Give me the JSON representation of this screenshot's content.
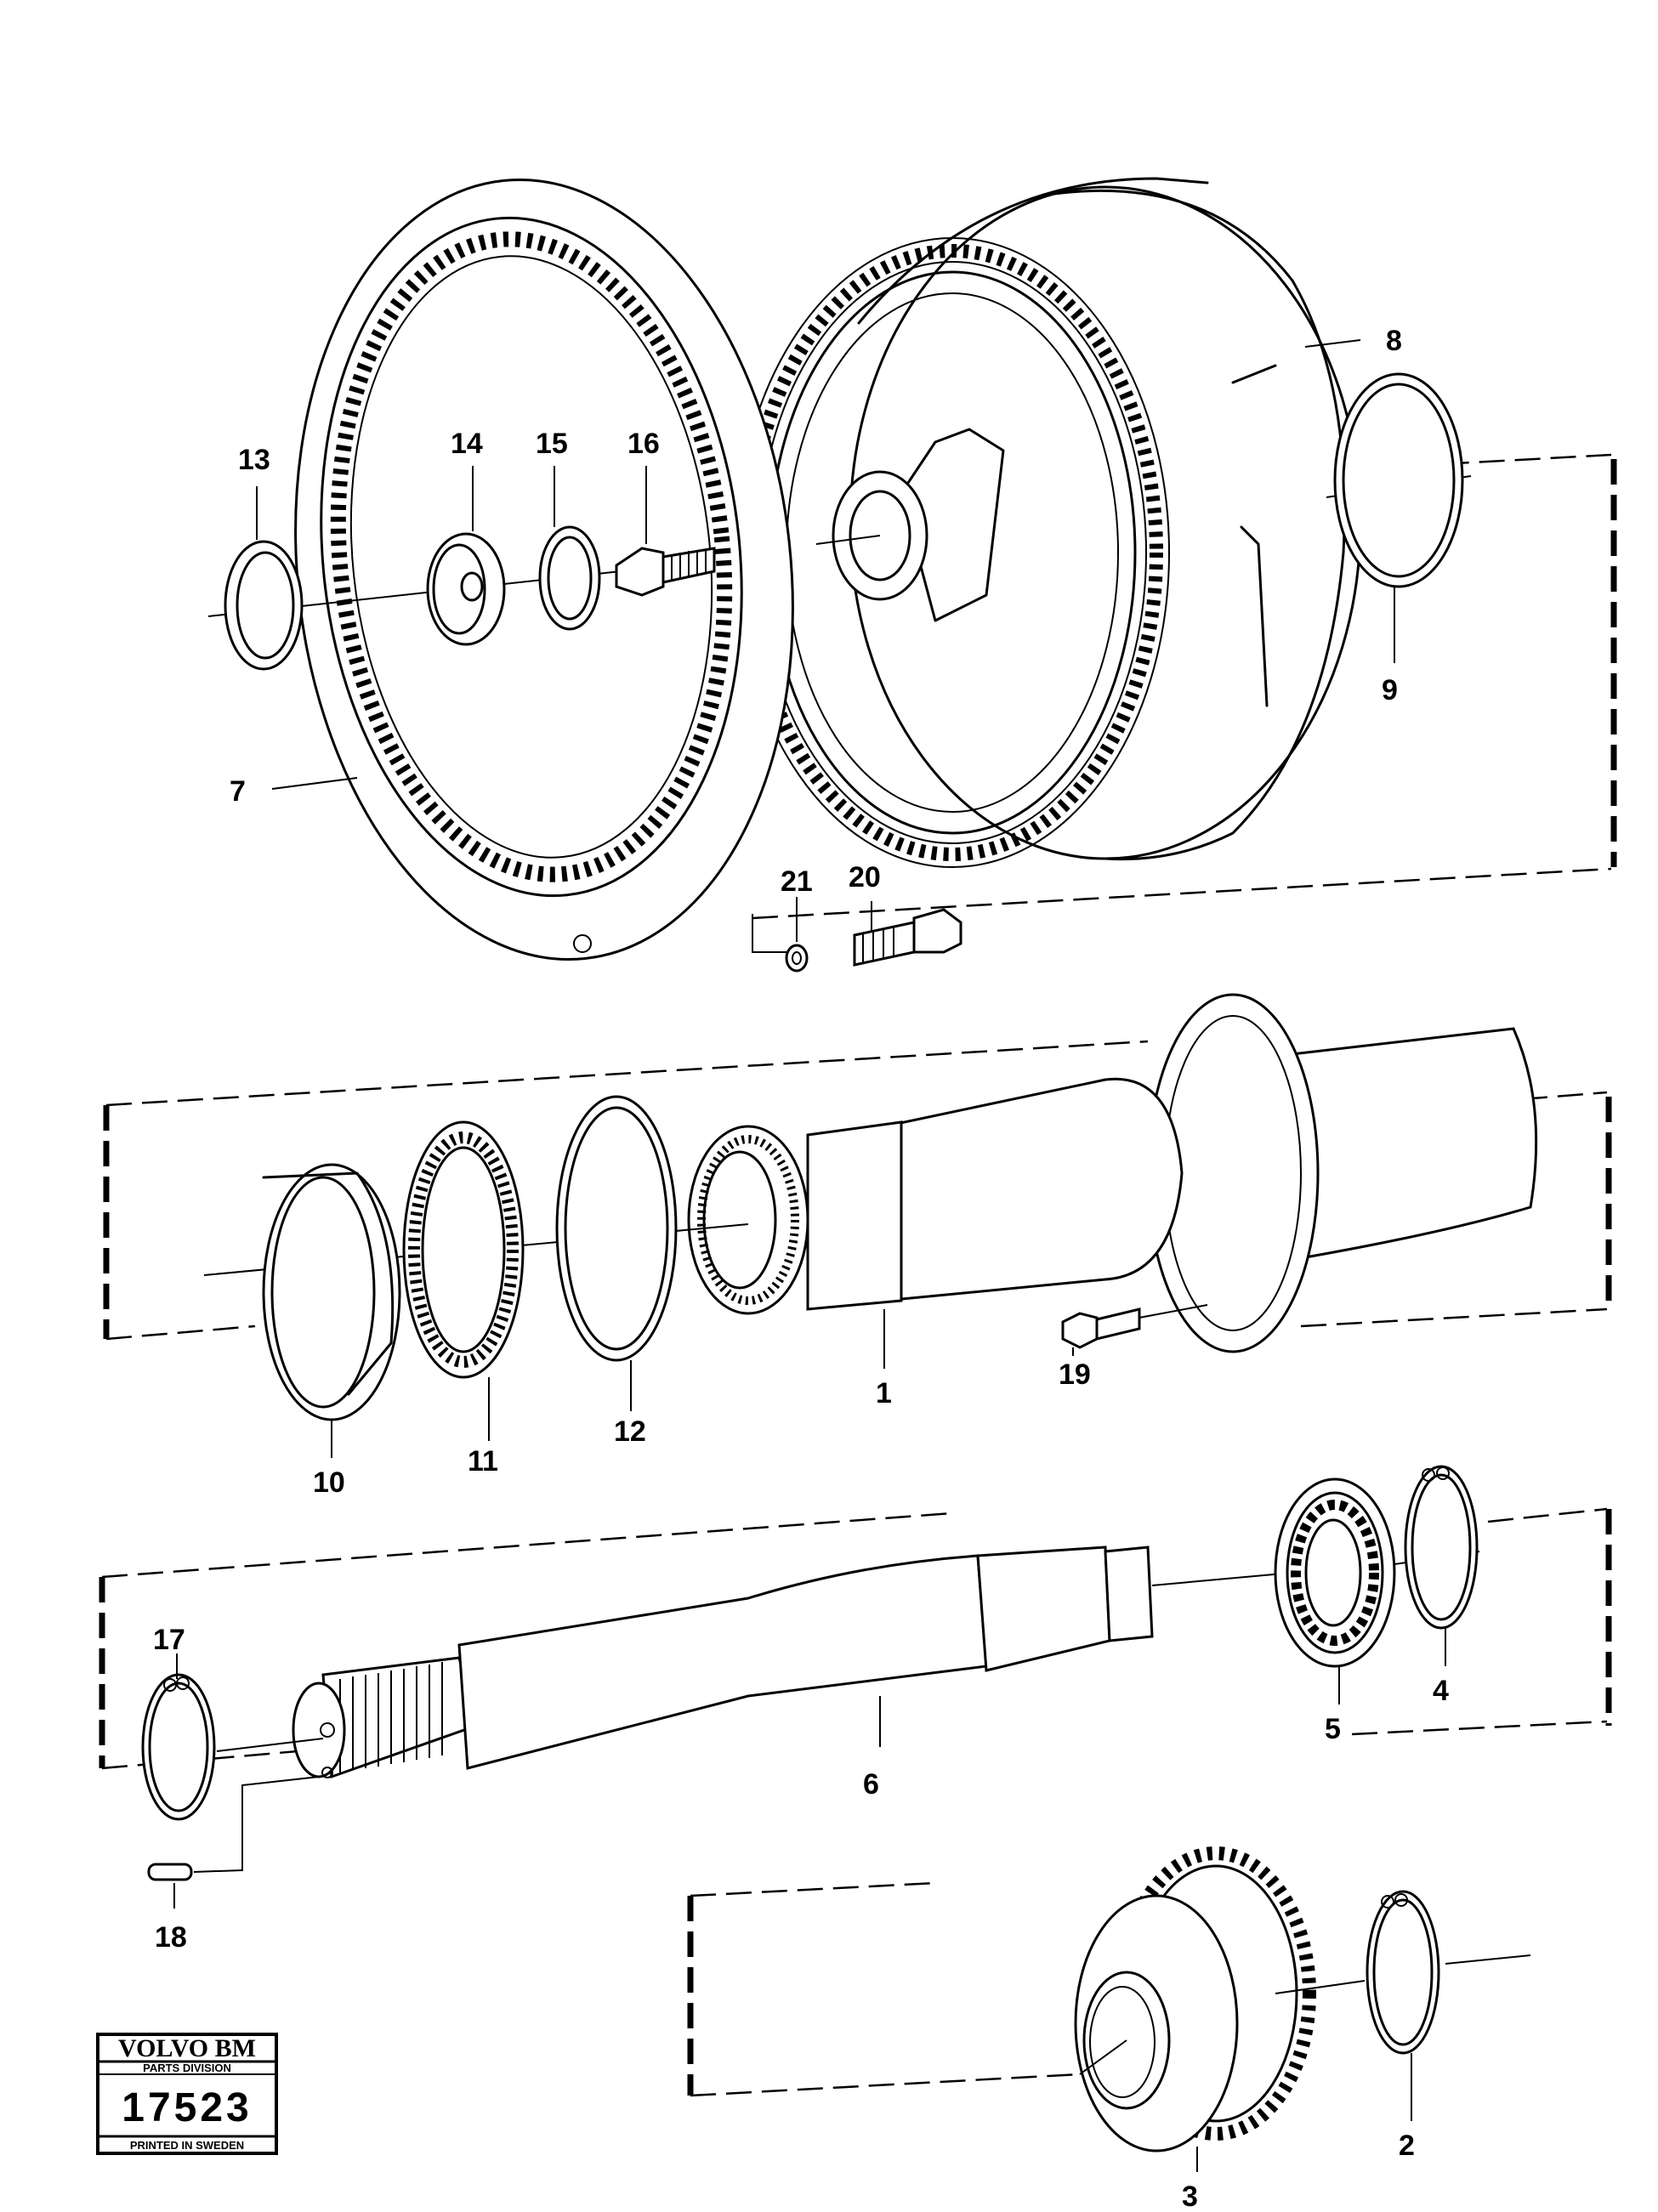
{
  "labels": {
    "p1": "1",
    "p2": "2",
    "p3": "3",
    "p4": "4",
    "p5": "5",
    "p6": "6",
    "p7": "7",
    "p8": "8",
    "p9": "9",
    "p10": "10",
    "p11": "11",
    "p12": "12",
    "p13": "13",
    "p14": "14",
    "p15": "15",
    "p16": "16",
    "p17": "17",
    "p18": "18",
    "p19": "19",
    "p20": "20",
    "p21": "21"
  },
  "stamp": {
    "brand": "VOLVO BM",
    "division": "PARTS DIVISION",
    "number": "17523",
    "footer": "PRINTED IN SWEDEN"
  }
}
